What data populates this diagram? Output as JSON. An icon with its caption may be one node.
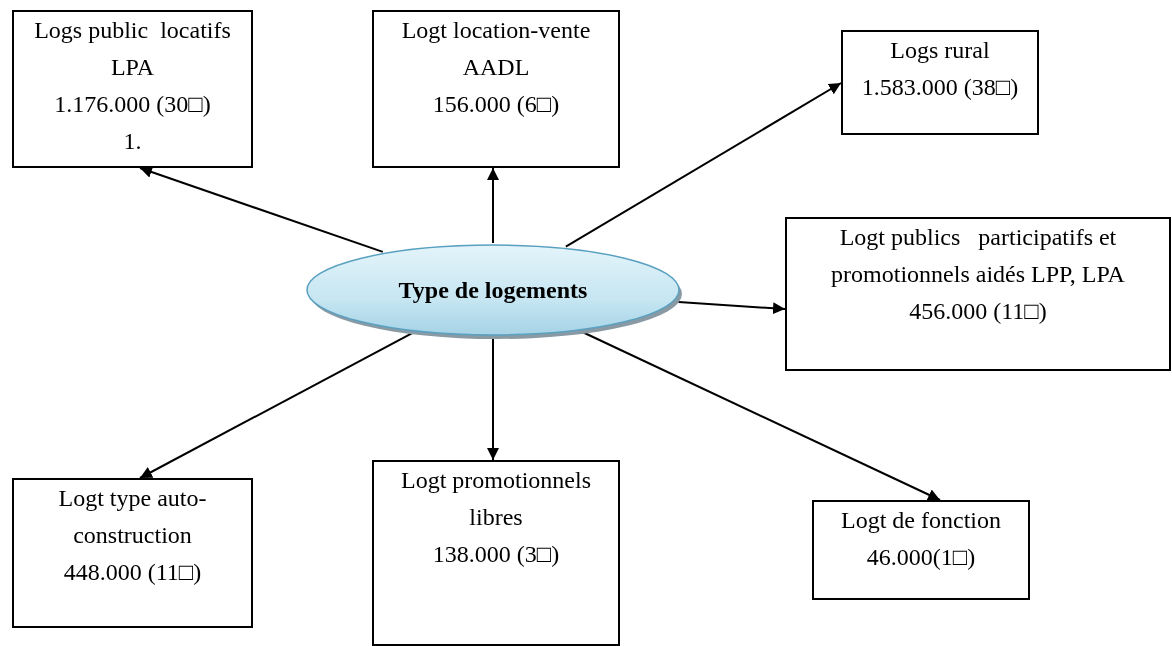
{
  "diagram": {
    "nodes": [
      {
        "text": [
          "Type de logements"
        ]
      },
      {
        "text": [
          "Logs public  locatifs LPA",
          "1.176.000 (30□)",
          "1."
        ]
      },
      {
        "text": [
          "Logt location-vente AADL",
          "156.000 (6□)"
        ]
      },
      {
        "text": [
          "Logs rural",
          "1.583.000 (38□)"
        ]
      },
      {
        "text": [
          "Logt publics   participatifs et promotionnels aidés LPP, LPA",
          "456.000 (11□)"
        ]
      },
      {
        "text": [
          "Logt type auto-construction",
          "448.000 (11□)"
        ]
      },
      {
        "text": [
          "Logt promotionnels libres",
          "138.000 (3□)"
        ]
      },
      {
        "text": [
          "Logt de fonction",
          "46.000(1□)"
        ]
      }
    ],
    "edges": [
      {
        "from": 0,
        "to": 1,
        "arrow": "to"
      },
      {
        "from": 0,
        "to": 2,
        "arrow": "to"
      },
      {
        "from": 0,
        "to": 3,
        "arrow": "to"
      },
      {
        "from": 0,
        "to": 4,
        "arrow": "to"
      },
      {
        "from": 0,
        "to": 5,
        "arrow": "to"
      },
      {
        "from": 0,
        "to": 6,
        "arrow": "to"
      },
      {
        "from": 0,
        "to": 7,
        "arrow": "to"
      }
    ]
  }
}
